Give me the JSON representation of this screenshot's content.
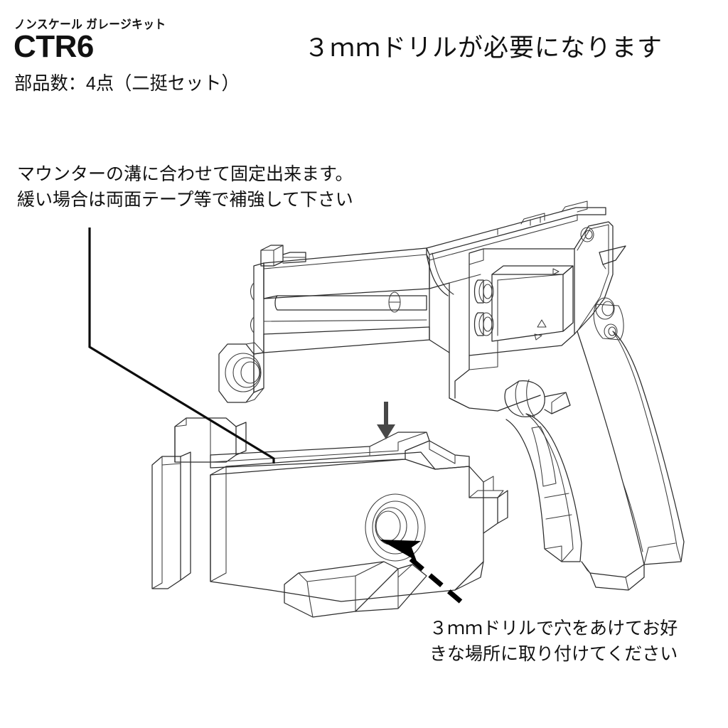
{
  "sheet": {
    "background_color": "#ffffff",
    "ink_color": "#2b2b2b",
    "accent_color": "#000000",
    "arrow_color": "#474747"
  },
  "header": {
    "kit_type": "ノンスケール ガレージキット",
    "product_code": "CTR6",
    "part_count": "部品数：4点（二挺セット）",
    "drill_notice": "３ｍｍドリルが必要になります"
  },
  "annotations": {
    "mount_note": "マウンターの溝に合わせて固定出来ます。\n緩い場合は両面テープ等で補強して下さい",
    "drill_caption": "３ｍｍドリルで穴をあけてお好\nきな場所に取り付けてください"
  },
  "illustration": {
    "title": "revolver-and-mount-assembly-diagram",
    "parts": [
      {
        "name": "revolver-body",
        "label": "revolver"
      },
      {
        "name": "mount-part",
        "label": "mounter"
      }
    ],
    "markers": [
      {
        "name": "assembly-down-arrow",
        "glyph": "down-arrow"
      },
      {
        "name": "drill-hole-pointer",
        "glyph": "dashed-arrow"
      },
      {
        "name": "mount-groove-leader",
        "glyph": "leader-line"
      }
    ]
  }
}
